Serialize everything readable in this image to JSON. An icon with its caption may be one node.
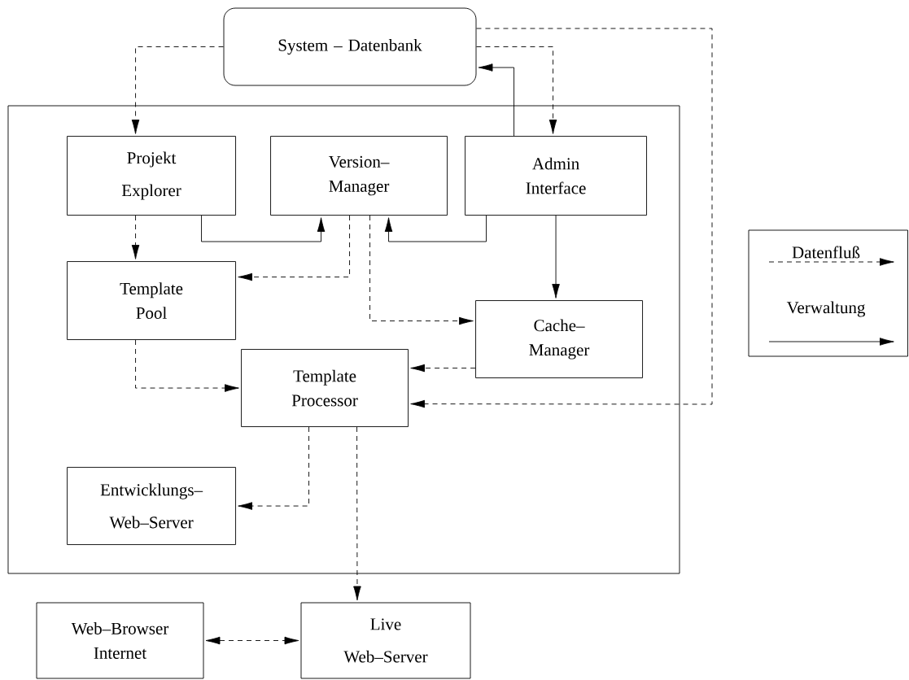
{
  "diagram": {
    "nodes": [
      {
        "text": [
          "System – Datenbank"
        ]
      },
      {
        "text": [],
        "shape": "box"
      },
      {
        "text": [
          "Projekt Explorer"
        ],
        "in": 1
      },
      {
        "text": [
          "Version– Manager"
        ],
        "in": 1
      },
      {
        "text": [
          "Admin Interface"
        ],
        "in": 1
      },
      {
        "text": [
          "Template Pool"
        ],
        "in": 1
      },
      {
        "text": [
          "Cache– Manager"
        ],
        "in": 1
      },
      {
        "text": [
          "Template Processor"
        ],
        "in": 1
      },
      {
        "text": [
          "Entwicklungs– Web–Server"
        ],
        "in": 1
      },
      {
        "text": [
          "Web–Browser Internet"
        ]
      },
      {
        "text": [
          "Live Web–Server"
        ]
      }
    ],
    "edges": [
      {
        "from": 0,
        "to": 2,
        "arrow": "to",
        "style": "dashed"
      },
      {
        "from": 0,
        "to": 4,
        "arrow": "to",
        "style": "dashed"
      },
      {
        "from": 0,
        "to": 7,
        "arrow": "to",
        "style": "dashed"
      },
      {
        "from": 4,
        "to": 0,
        "arrow": "to"
      },
      {
        "from": 2,
        "to": 3,
        "arrow": "to"
      },
      {
        "from": 4,
        "to": 3,
        "arrow": "to"
      },
      {
        "from": 2,
        "to": 5,
        "arrow": "to",
        "style": "dashed"
      },
      {
        "from": 3,
        "to": 5,
        "arrow": "to",
        "style": "dashed"
      },
      {
        "from": 3,
        "to": 6,
        "arrow": "to",
        "style": "dashed"
      },
      {
        "from": 4,
        "to": 6,
        "arrow": "to"
      },
      {
        "from": 6,
        "to": 7,
        "arrow": "to",
        "style": "dashed"
      },
      {
        "from": 5,
        "to": 7,
        "arrow": "to",
        "style": "dashed"
      },
      {
        "from": 7,
        "to": 8,
        "arrow": "to",
        "style": "dashed"
      },
      {
        "from": 7,
        "to": 10,
        "arrow": "to",
        "style": "dashed"
      },
      {
        "from": 9,
        "to": 10,
        "arrow": "both",
        "style": "dashed"
      }
    ],
    "legend": [
      {
        "text": "Datenfluß"
      },
      {
        "text": "Verwaltung"
      }
    ]
  }
}
